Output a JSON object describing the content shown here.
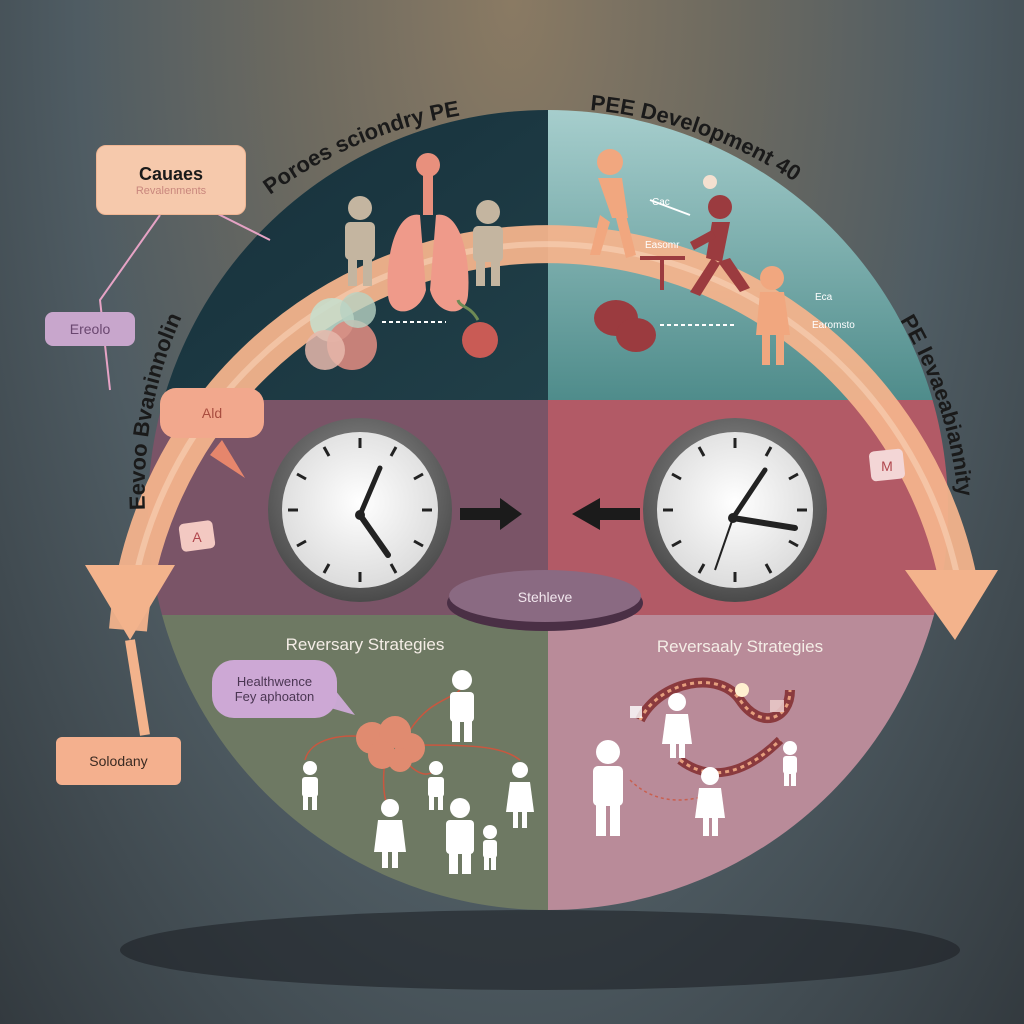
{
  "arc_labels": {
    "top_left": "Poroes sciondry PE",
    "top_right": "PEE Development 40",
    "left": "Eevoo Bvaninnolin",
    "right": "PE Ievaeabiannity"
  },
  "callouts": {
    "causes_title": "Cauaes",
    "causes_subtitle": "Revalenments",
    "ereco": "Ereolo",
    "aid": "Ald",
    "solodany": "Solodany",
    "healthwence_line1": "Healthwence",
    "healthwence_line2": "Fey aphoaton"
  },
  "center_pill": "Stehleve",
  "quadrants": {
    "bottom_left_title": "Reversary Strategies",
    "bottom_right_title": "Reversaaly Strategies"
  },
  "small_tags": {
    "tag_left": "A",
    "tag_right": "M"
  },
  "top_right_labels": {
    "label_a": "Cac",
    "label_b": "Easomr",
    "label_c": "Eca",
    "label_d": "Earomsto"
  },
  "colors": {
    "arc": "#f2b08a",
    "q_top_left": "#1c3a45",
    "q_top_right": "#5e9a98",
    "q_mid_left": "#7c5468",
    "q_mid_right": "#b45a68",
    "q_bottom_left": "#6f7a63",
    "q_bottom_right": "#b88a98"
  }
}
